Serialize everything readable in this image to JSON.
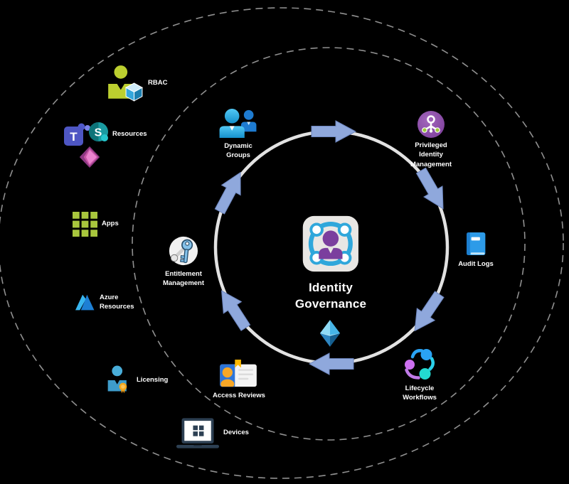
{
  "diagram": {
    "title": "Identity Governance",
    "center": {
      "label": [
        "Identity",
        "Governance"
      ]
    },
    "cycle": [
      {
        "id": "dynamic-groups",
        "label": [
          "Dynamic",
          "Groups"
        ]
      },
      {
        "id": "privileged-identity-management",
        "label": [
          "Privileged",
          "Identity",
          "Management"
        ]
      },
      {
        "id": "audit-logs",
        "label": [
          "Audit Logs"
        ]
      },
      {
        "id": "lifecycle-workflows",
        "label": [
          "Lifecycle",
          "Workflows"
        ]
      },
      {
        "id": "access-reviews",
        "label": [
          "Access Reviews"
        ]
      },
      {
        "id": "entitlement-management",
        "label": [
          "Entitlement",
          "Management"
        ]
      }
    ],
    "outer": [
      {
        "id": "rbac",
        "label": [
          "RBAC"
        ]
      },
      {
        "id": "resources",
        "label": [
          "Resources"
        ]
      },
      {
        "id": "apps",
        "label": [
          "Apps"
        ]
      },
      {
        "id": "azure-resources",
        "label": [
          "Azure",
          "Resources"
        ]
      },
      {
        "id": "licensing",
        "label": [
          "Licensing"
        ]
      },
      {
        "id": "devices",
        "label": [
          "Devices"
        ]
      }
    ],
    "logos": {
      "teams_letter": "T",
      "sharepoint_letter": "S"
    },
    "colors": {
      "background": "#000000",
      "arrow": "#8FA8DC",
      "ring": "#E2E2E2",
      "dashed_circle": "#909090",
      "label_text": "#FFFFFF",
      "center_purple": "#7B3F9E",
      "center_blue": "#2FA7DB",
      "pim_purple": "#8E4BA8",
      "green_accent": "#9CCB3B",
      "audit_blue": "#2D9BE8",
      "rbac_green": "#BCCF2F",
      "access_blue": "#2D75D9",
      "access_orange": "#F7A727",
      "bookmark_gold": "#FFB900"
    }
  }
}
